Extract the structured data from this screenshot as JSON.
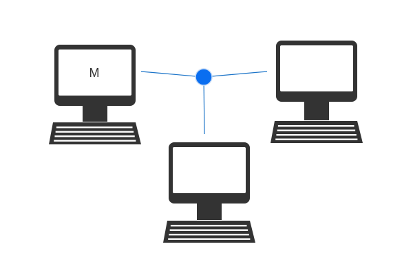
{
  "diagram": {
    "colors": {
      "background": "#ffffff",
      "computer": "#333333",
      "screen": "#ffffff",
      "link": "#1a73c8",
      "hub_fill": "#0a6ef0",
      "hub_stroke": "#c8dcf5"
    },
    "hub": {
      "name": "network-hub"
    },
    "computers": [
      {
        "name": "computer-left",
        "screen_label": "M"
      },
      {
        "name": "computer-right",
        "screen_label": ""
      },
      {
        "name": "computer-bottom",
        "screen_label": ""
      }
    ],
    "links": [
      {
        "from": "network-hub",
        "to": "computer-left"
      },
      {
        "from": "network-hub",
        "to": "computer-right"
      },
      {
        "from": "network-hub",
        "to": "computer-bottom"
      }
    ]
  }
}
